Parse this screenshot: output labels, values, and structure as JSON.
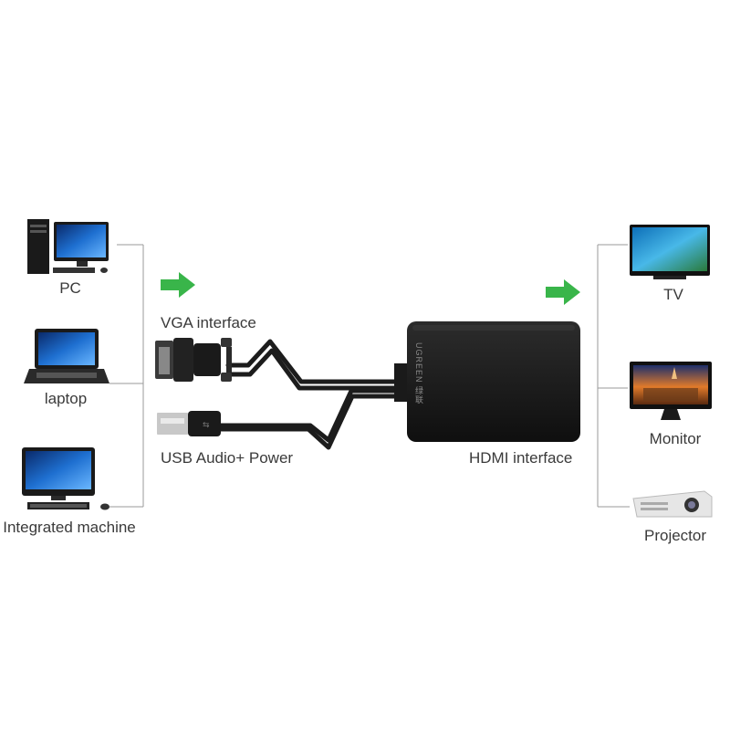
{
  "sources": {
    "pc": "PC",
    "laptop": "laptop",
    "integrated": "Integrated machine"
  },
  "connectors": {
    "vga": "VGA interface",
    "usb": "USB Audio+ Power",
    "hdmi": "HDMI interface"
  },
  "adapter": {
    "brand": "UGREEN 绿联"
  },
  "outputs": {
    "tv": "TV",
    "monitor": "Monitor",
    "projector": "Projector"
  },
  "colors": {
    "arrow": "#39b54a",
    "device_body": "#1a1a1a",
    "screen_blue": "#1e6fd0",
    "bracket": "#9a9a9a"
  }
}
